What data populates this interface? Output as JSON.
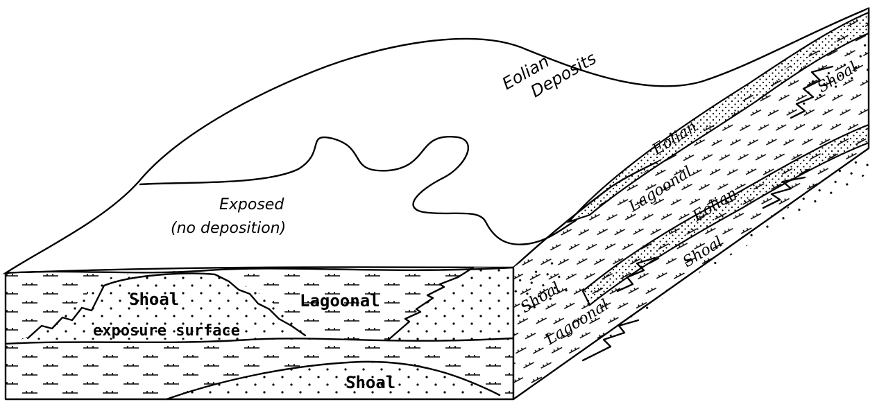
{
  "labels": {
    "eolian_deposits_top": "Eolian",
    "eolian_deposits_bottom": "Deposits",
    "exposed_line1": "Exposed",
    "exposed_line2": "(no deposition)",
    "front_shoal_upper": "Shoal",
    "front_exposure_surface": "exposure surface",
    "front_lagoonal": "Lagoonal",
    "front_shoal_lower": "Shoal",
    "side_shoal_top": "Shoal",
    "side_eolian_upper": "Eolian",
    "side_lagoonal_upper": "Lagoonal",
    "side_eolian_lower": "Eolian",
    "side_shoal_right": "Shoal",
    "side_shoal_left": "Shoal",
    "side_lagoonal_lower": "Lagoonal"
  },
  "colors": {
    "ink": "#000000",
    "paper": "#ffffff"
  }
}
